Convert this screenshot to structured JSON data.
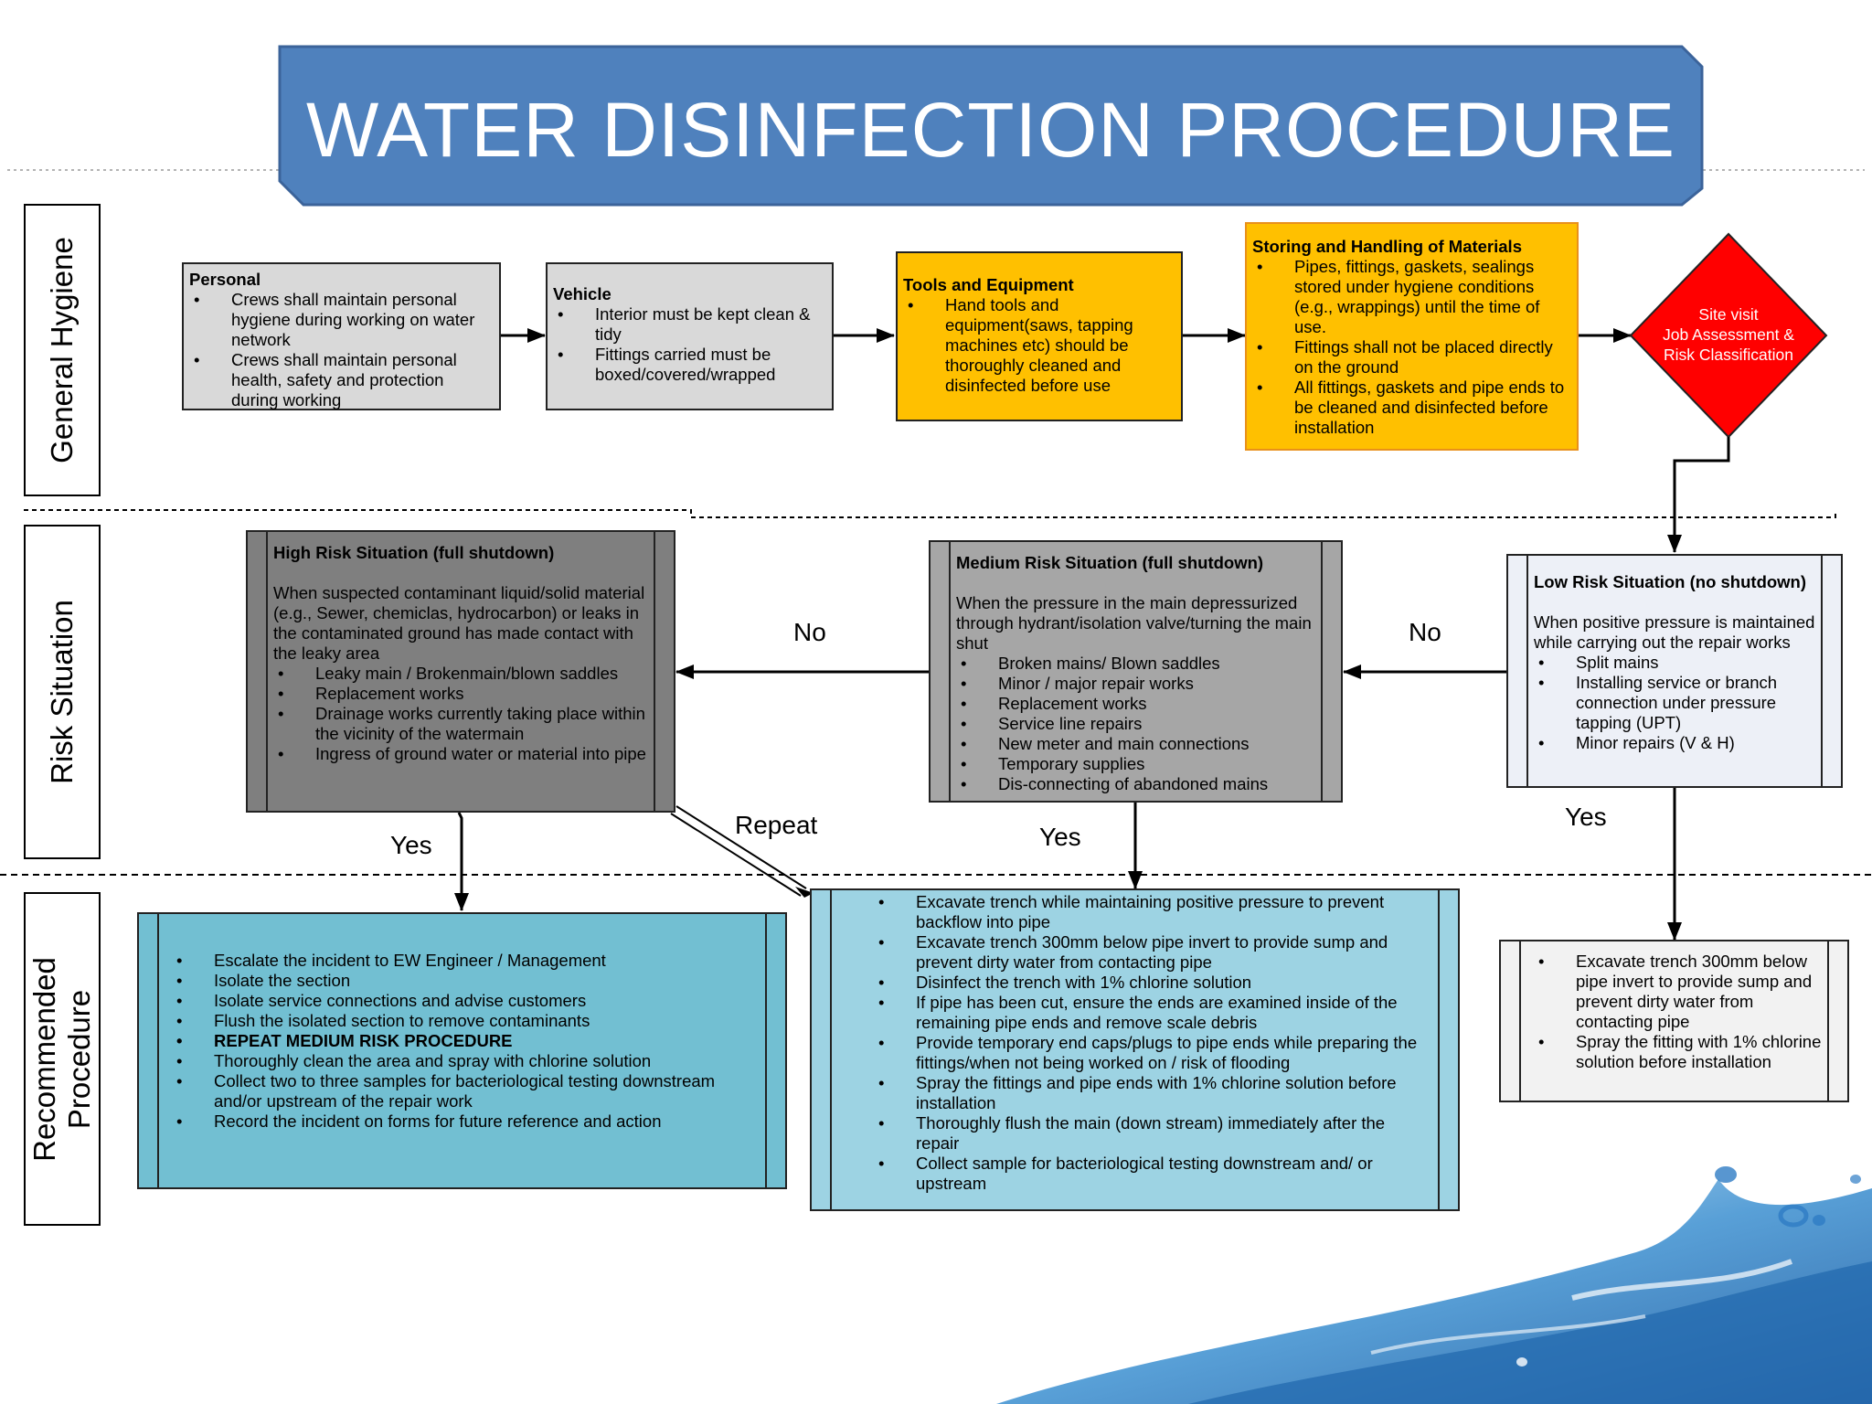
{
  "title": "WATER DISINFECTION PROCEDURE",
  "lanes": {
    "hygiene": "General Hygiene",
    "risk": "Risk Situation",
    "procedure_line1": "Recommended",
    "procedure_line2": "Procedure"
  },
  "hygiene_steps": {
    "personal": {
      "heading": "Personal",
      "items": [
        "Crews shall maintain personal hygiene during working on water network",
        "Crews shall maintain personal health, safety and protection during working"
      ]
    },
    "vehicle": {
      "heading": "Vehicle",
      "items": [
        "Interior must be kept clean & tidy",
        "Fittings carried must be boxed/covered/wrapped"
      ]
    },
    "tools": {
      "heading": "Tools and Equipment",
      "items": [
        "Hand tools and equipment(saws, tapping machines etc) should be thoroughly cleaned and disinfected before use"
      ]
    },
    "storing": {
      "heading": "Storing and Handling of Materials",
      "items": [
        "Pipes, fittings, gaskets, sealings stored under hygiene conditions (e.g., wrappings) until the time of use.",
        "Fittings shall not be placed directly on the ground",
        "All fittings, gaskets and pipe ends to be cleaned and disinfected before installation"
      ]
    }
  },
  "decision": {
    "line1": "Site visit",
    "line2": "Job Assessment &",
    "line3": "Risk Classification"
  },
  "risk": {
    "high": {
      "heading": "High Risk Situation (full shutdown)",
      "intro": "When suspected contaminant liquid/solid material (e.g., Sewer, chemiclas, hydrocarbon) or leaks in the contaminated ground has made contact with the leaky area",
      "items": [
        "Leaky main / Brokenmain/blown saddles",
        "Replacement works",
        "Drainage works currently taking place within the vicinity of the watermain",
        "Ingress of ground water or material into pipe"
      ]
    },
    "medium": {
      "heading": "Medium Risk Situation (full shutdown)",
      "intro": "When the pressure in the main depressurized through hydrant/isolation valve/turning the main shut",
      "items": [
        "Broken mains/ Blown saddles",
        "Minor / major repair works",
        "Replacement works",
        "Service line repairs",
        "New meter and main connections",
        "Temporary supplies",
        "Dis-connecting of abandoned mains"
      ]
    },
    "low": {
      "heading": "Low Risk Situation (no shutdown)",
      "intro": "When positive pressure is maintained while carrying out the repair works",
      "items": [
        "Split mains",
        "Installing service or branch connection under pressure tapping (UPT)",
        "Minor repairs (V & H)"
      ]
    }
  },
  "procedures": {
    "high": {
      "items": [
        "Escalate the incident to EW Engineer / Management",
        "Isolate the section",
        "Isolate service connections and advise customers",
        "Flush the isolated section to remove contaminants",
        "REPEAT MEDIUM RISK PROCEDURE",
        "Thoroughly clean the area and spray with chlorine solution",
        "Collect two to three samples for bacteriological testing downstream and/or upstream of the repair work",
        "Record the incident on forms for future reference and action"
      ]
    },
    "medium": {
      "items": [
        "Excavate trench while maintaining positive pressure to prevent backflow into pipe",
        "Excavate trench 300mm below pipe invert to provide sump and prevent dirty water from contacting pipe",
        "Disinfect the trench with 1% chlorine solution",
        "If pipe has been cut, ensure the ends are examined inside of the remaining pipe ends and remove scale debris",
        "Provide temporary end caps/plugs to pipe ends while preparing the fittings/when not being worked on / risk of flooding",
        "Spray the fittings and pipe ends with 1% chlorine solution before installation",
        "Thoroughly flush the main (down stream) immediately after the repair",
        "Collect sample for bacteriological testing downstream and/ or upstream"
      ]
    },
    "low": {
      "items": [
        "Excavate trench 300mm below pipe invert to provide sump and prevent dirty water from contacting pipe",
        "Spray the fitting with 1% chlorine solution before installation"
      ]
    }
  },
  "connectors": {
    "no_left": "No",
    "no_right": "No",
    "yes_high": "Yes",
    "yes_medium": "Yes",
    "yes_low": "Yes",
    "repeat": "Repeat"
  },
  "colors": {
    "banner": "#4f81bd",
    "decision": "#ff0000",
    "tools_box": "#ffc000",
    "high_risk": "#7f7f7f",
    "medium_risk": "#a6a6a6",
    "procedure_teal": "#72bfd2"
  }
}
